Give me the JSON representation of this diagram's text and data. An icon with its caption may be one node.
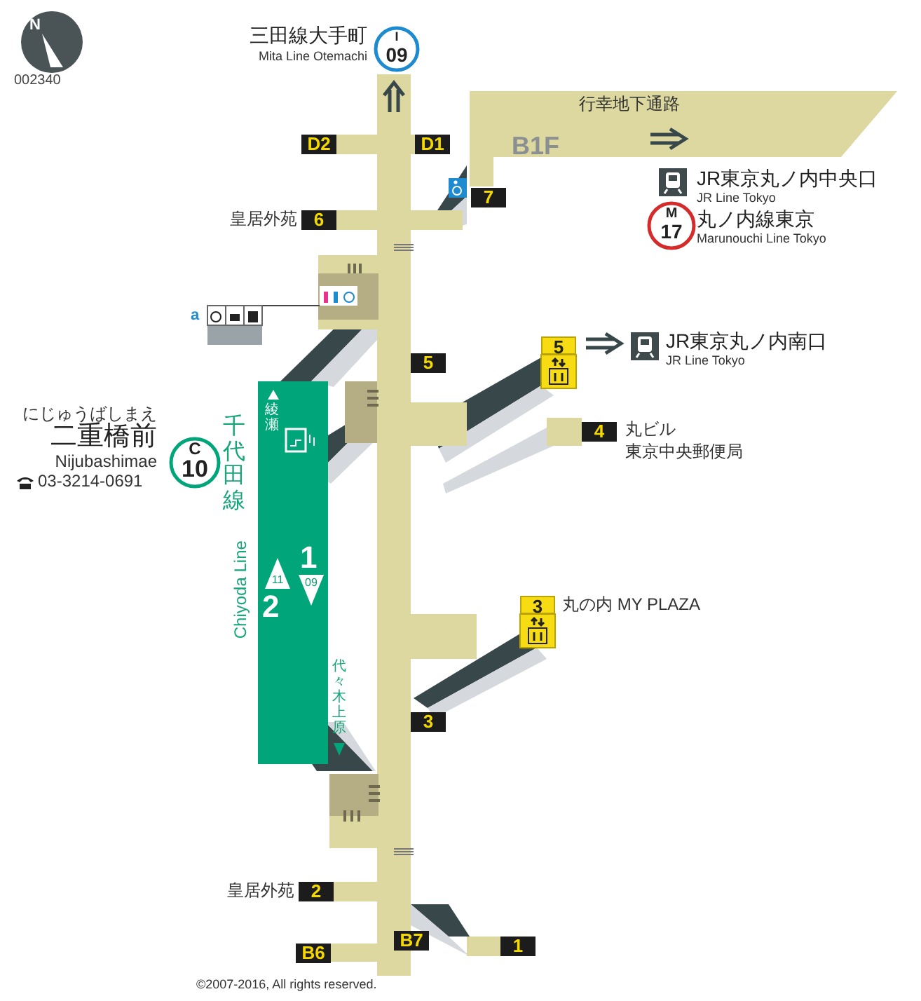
{
  "diagram": {
    "labels": [
      "N",
      "002340",
      "三田線大手町",
      "Mita Line Otemachi",
      "I",
      "09",
      "行幸地下通路",
      "D2",
      "D1",
      "B1F",
      "7",
      "JR東京丸ノ内中央口",
      "JR Line Tokyo",
      "M",
      "17",
      "丸ノ内線東京",
      "Marunouchi Line Tokyo",
      "皇居外苑",
      "6",
      "a",
      "5",
      "5",
      "JR東京丸ノ内南口",
      "JR Line Tokyo",
      "にじゅうばしまえ",
      "二重橋前",
      "Nijubashimae",
      "03-3214-0691",
      "C",
      "10",
      "綾瀬",
      "千代田線",
      "Chiyoda Line",
      "4",
      "丸ビル",
      "東京中央郵便局",
      "1",
      "11",
      "09",
      "2",
      "3",
      "丸の内 MY PLAZA",
      "代々木上原",
      "3",
      "皇居外苑",
      "2",
      "B6",
      "B7",
      "1",
      "©2007-2016, All rights reserved."
    ]
  }
}
